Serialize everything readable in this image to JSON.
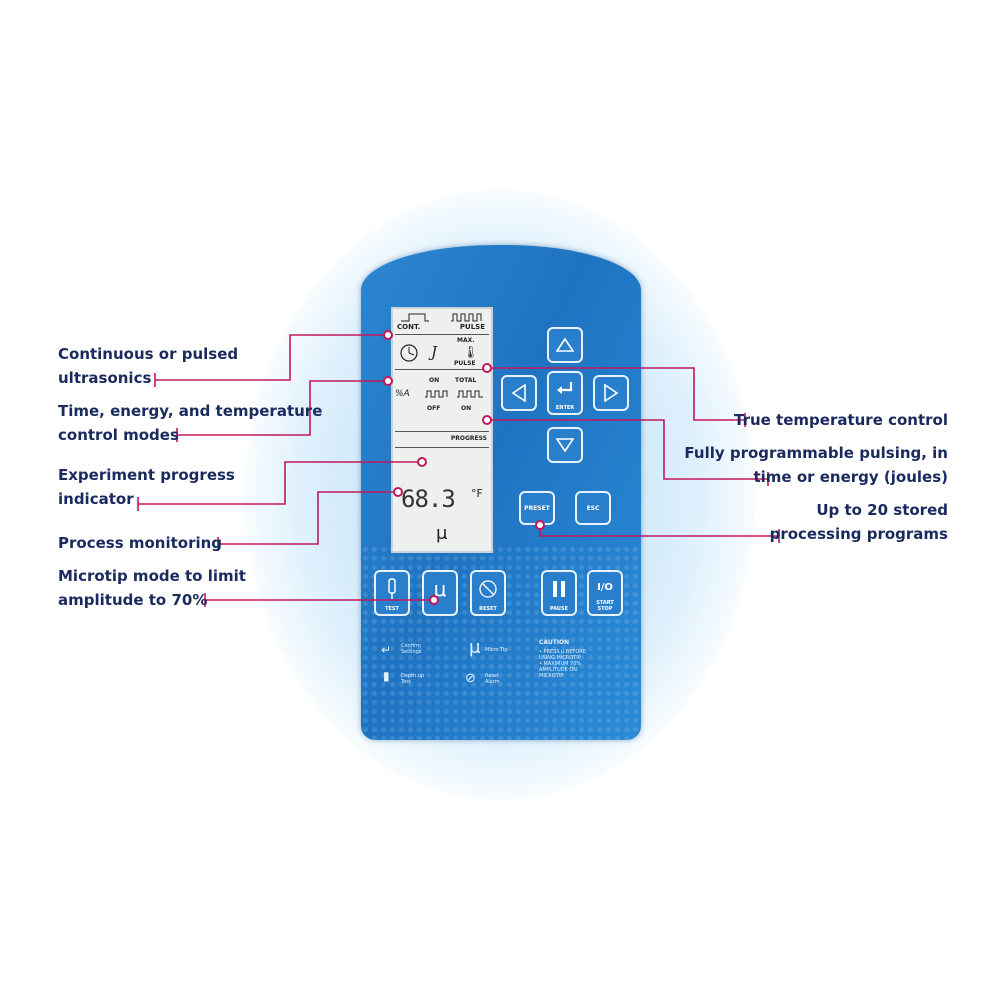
{
  "callouts": {
    "continuous": "Continuous or pulsed\nultrasonics",
    "modes": "Time, energy, and temperature\ncontrol modes",
    "progress": "Experiment progress\nindicator",
    "monitoring": "Process monitoring",
    "microtip": "Microtip mode to limit\namplitude to 70%",
    "temperature": "True temperature control",
    "pulsing": "Fully programmable pulsing, in\ntime or energy (joules)",
    "programs": "Up to 20 stored\nprocessing programs"
  },
  "lcd": {
    "cont": "CONT.",
    "pulse": "PULSE",
    "joule": "J",
    "max": "MAX.",
    "pulse2": "PULSE",
    "percent_a": "%A",
    "on": "ON",
    "off": "OFF",
    "total": "TOTAL",
    "total_on": "ON",
    "progress": "PROGRESS",
    "reading": "68.3",
    "unit": "°F",
    "mu": "μ"
  },
  "keys": {
    "enter": "ENTER",
    "preset": "PRESET",
    "esc": "ESC",
    "test": "TEST",
    "reset": "RESET",
    "pause": "PAUSE",
    "start_stop": "START\nSTOP",
    "io": "I/O",
    "mu": "μ"
  },
  "legend": {
    "confirm": "Confirm\nSettings",
    "micro_tip": "Micro Tip",
    "depth": "Depth up\nTest",
    "reset_alarm": "Reset\nAlarm",
    "caution_title": "CAUTION",
    "caution_text": "• PRESS μ BEFORE\nUSING MICROTIP\n• MAXIMUM 70%\nAMPLITUDE ON\nMICROTIP"
  },
  "colors": {
    "callout_text": "#1a2a5e",
    "leader": "#c2185b",
    "panel": "#1f74c2"
  }
}
